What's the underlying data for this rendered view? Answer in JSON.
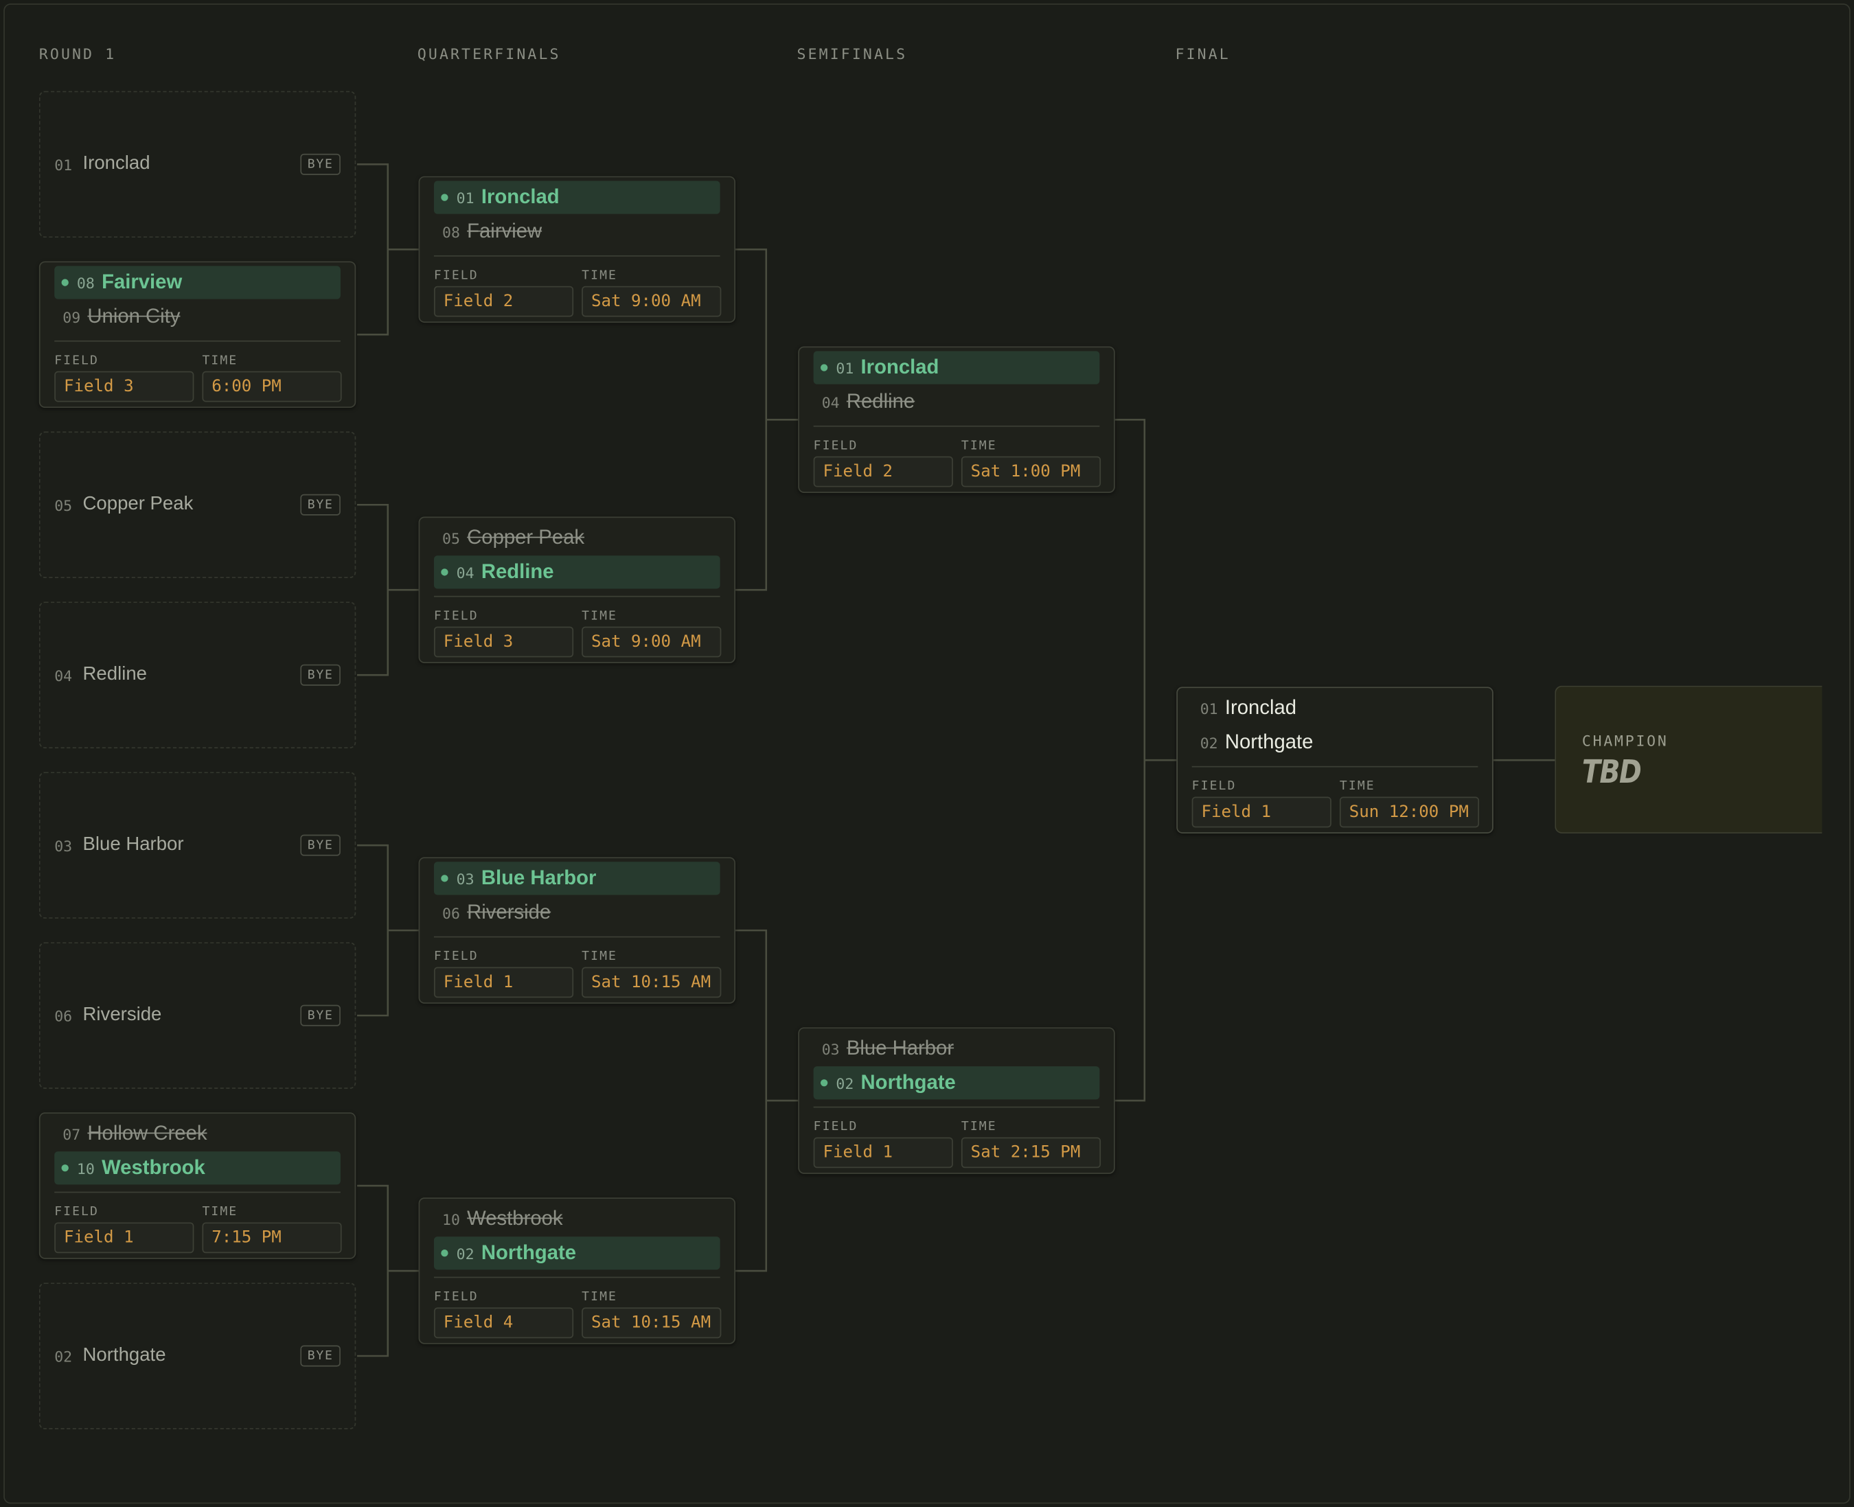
{
  "rounds": [
    "ROUND 1",
    "QUARTERFINALS",
    "SEMIFINALS",
    "FINAL"
  ],
  "labels": {
    "field": "FIELD",
    "time": "TIME",
    "bye": "BYE",
    "champion": "CHAMPION"
  },
  "colors": {
    "background": "#1b1d18",
    "winner": "#6cc493",
    "winner_bg": "#273a2e",
    "value": "#d39a46",
    "connector": "#4a4d3f"
  },
  "round1": [
    {
      "type": "bye",
      "seed": "01",
      "name": "Ironclad"
    },
    {
      "type": "match",
      "teams": [
        {
          "seed": "08",
          "name": "Fairview",
          "status": "win"
        },
        {
          "seed": "09",
          "name": "Union City",
          "status": "lose"
        }
      ],
      "field": "Field 3",
      "time": "6:00 PM"
    },
    {
      "type": "bye",
      "seed": "05",
      "name": "Copper Peak"
    },
    {
      "type": "bye",
      "seed": "04",
      "name": "Redline"
    },
    {
      "type": "bye",
      "seed": "03",
      "name": "Blue Harbor"
    },
    {
      "type": "bye",
      "seed": "06",
      "name": "Riverside"
    },
    {
      "type": "match",
      "teams": [
        {
          "seed": "07",
          "name": "Hollow Creek",
          "status": "lose"
        },
        {
          "seed": "10",
          "name": "Westbrook",
          "status": "win"
        }
      ],
      "field": "Field 1",
      "time": "7:15 PM"
    },
    {
      "type": "bye",
      "seed": "02",
      "name": "Northgate"
    }
  ],
  "quarterfinals": [
    {
      "teams": [
        {
          "seed": "01",
          "name": "Ironclad",
          "status": "win"
        },
        {
          "seed": "08",
          "name": "Fairview",
          "status": "lose"
        }
      ],
      "field": "Field 2",
      "time": "Sat 9:00 AM"
    },
    {
      "teams": [
        {
          "seed": "05",
          "name": "Copper Peak",
          "status": "lose"
        },
        {
          "seed": "04",
          "name": "Redline",
          "status": "win"
        }
      ],
      "field": "Field 3",
      "time": "Sat 9:00 AM"
    },
    {
      "teams": [
        {
          "seed": "03",
          "name": "Blue Harbor",
          "status": "win"
        },
        {
          "seed": "06",
          "name": "Riverside",
          "status": "lose"
        }
      ],
      "field": "Field 1",
      "time": "Sat 10:15 AM"
    },
    {
      "teams": [
        {
          "seed": "10",
          "name": "Westbrook",
          "status": "lose"
        },
        {
          "seed": "02",
          "name": "Northgate",
          "status": "win"
        }
      ],
      "field": "Field 4",
      "time": "Sat 10:15 AM"
    }
  ],
  "semifinals": [
    {
      "teams": [
        {
          "seed": "01",
          "name": "Ironclad",
          "status": "win"
        },
        {
          "seed": "04",
          "name": "Redline",
          "status": "lose"
        }
      ],
      "field": "Field 2",
      "time": "Sat 1:00 PM"
    },
    {
      "teams": [
        {
          "seed": "03",
          "name": "Blue Harbor",
          "status": "lose"
        },
        {
          "seed": "02",
          "name": "Northgate",
          "status": "win"
        }
      ],
      "field": "Field 1",
      "time": "Sat 2:15 PM"
    }
  ],
  "final": [
    {
      "teams": [
        {
          "seed": "01",
          "name": "Ironclad",
          "status": "pending"
        },
        {
          "seed": "02",
          "name": "Northgate",
          "status": "pending"
        }
      ],
      "field": "Field 1",
      "time": "Sun 12:00 PM"
    }
  ],
  "champion": {
    "value": "TBD"
  }
}
